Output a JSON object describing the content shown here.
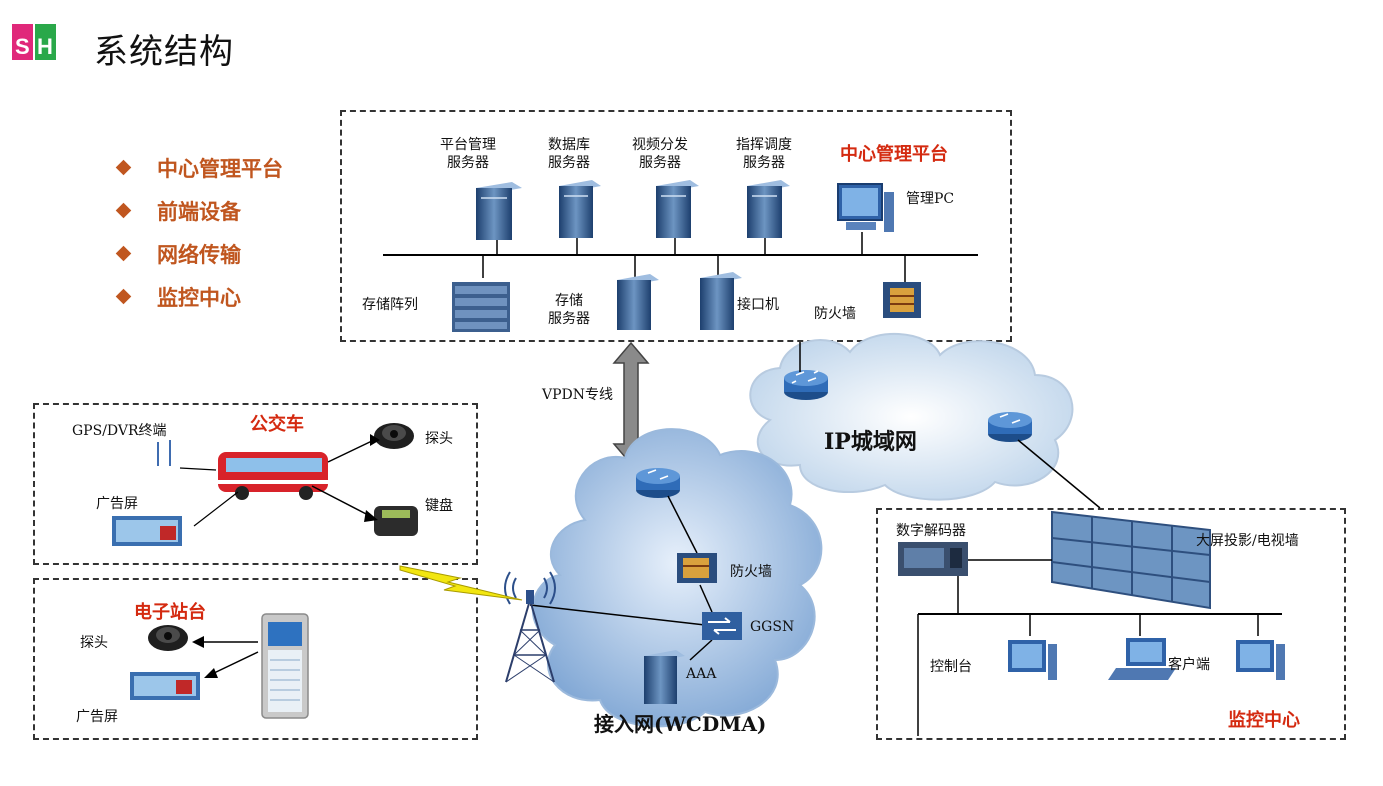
{
  "page": {
    "title": "系统结构",
    "logo_text": "SH",
    "bullets": [
      "中心管理平台",
      "前端设备",
      "网络传输",
      "监控中心"
    ]
  },
  "diagram": {
    "center_platform": {
      "title": "中心管理平台",
      "servers": [
        {
          "line1": "平台管理",
          "line2": "服务器"
        },
        {
          "line1": "数据库",
          "line2": "服务器"
        },
        {
          "line1": "视频分发",
          "line2": "服务器"
        },
        {
          "line1": "指挥调度",
          "line2": "服务器"
        }
      ],
      "admin_pc": "管理PC",
      "storage_array": "存储阵列",
      "storage_server": {
        "line1": "存储",
        "line2": "服务器"
      },
      "interface_machine": "接口机",
      "firewall": "防火墙"
    },
    "vpdn_label": "VPDN专线",
    "ip_network": "IP城域网",
    "bus": {
      "title": "公交车",
      "gps_dvr": "GPS/DVR终端",
      "ad_screen": "广告屏",
      "camera": "探头",
      "keyboard": "键盘"
    },
    "e_station": {
      "title": "电子站台",
      "camera": "探头",
      "ad_screen": "广告屏"
    },
    "access_network": {
      "title": "接入网(WCDMA)",
      "firewall": "防火墙",
      "ggsn": "GGSN",
      "aaa": "AAA"
    },
    "monitor_center": {
      "title": "监控中心",
      "decoder": "数字解码器",
      "display_wall": "大屏投影/电视墙",
      "console": "控制台",
      "client": "客户端"
    }
  }
}
